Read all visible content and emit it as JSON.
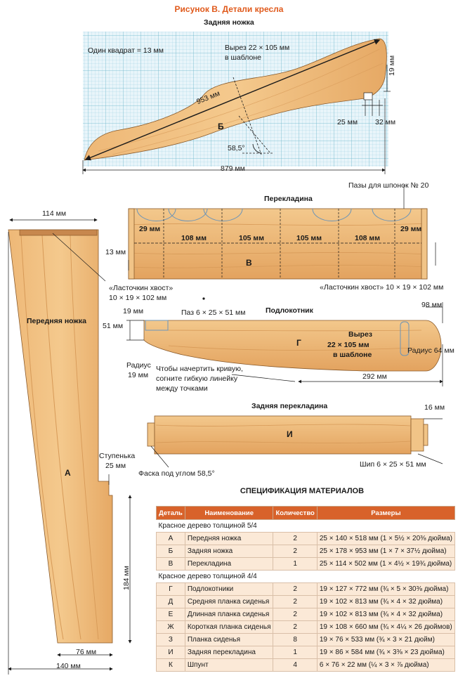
{
  "figure_title": "Рисунок В. Детали кресла",
  "back_leg": {
    "title": "Задняя ножка",
    "scale_note": "Один квадрат = 13 мм",
    "cutout_note_1": "Вырез 22 × 105 мм",
    "cutout_note_2": "в шаблоне",
    "dim_diag": "953 мм",
    "dim_19": "19 мм",
    "dim_25": "25 мм",
    "dim_32": "32 мм",
    "angle": "58,5°",
    "dim_width": "879 мм",
    "letter": "Б"
  },
  "rail": {
    "title": "Перекладина",
    "slots_note": "Пазы для шпонок № 20",
    "dims": [
      "29 мм",
      "108 мм",
      "105 мм",
      "105 мм",
      "108 мм",
      "29 мм"
    ],
    "dim_13": "13 мм",
    "letter": "В",
    "dovetail_right": "«Ласточкин хвост» 10 × 19 × 102 мм"
  },
  "front_leg": {
    "title": "Передняя ножка",
    "dim_top": "114 мм",
    "dovetail_1": "«Ласточкин хвост»",
    "dovetail_2": "10 × 19 × 102 мм",
    "step_1": "Ступенька",
    "step_2": "25 мм",
    "dim_184": "184 мм",
    "dim_76": "76 мм",
    "dim_140": "140 мм",
    "letter": "А"
  },
  "armrest": {
    "title": "Подлокотник",
    "dim_98": "98 мм",
    "dim_19": "19 мм",
    "groove": "Паз 6 × 25 × 51 мм",
    "dim_51": "51 мм",
    "cutout_1": "Вырез",
    "cutout_2": "22 × 105 мм",
    "cutout_3": "в шаблоне",
    "radius_64": "Радиус 64 мм",
    "radius_19_1": "Радиус",
    "radius_19_2": "19 мм",
    "curve_1": "Чтобы начертить кривую,",
    "curve_2": "согните гибкую линейку",
    "curve_3": "между точками",
    "dim_292": "292 мм",
    "letter": "Г"
  },
  "back_rail": {
    "title": "Задняя перекладина",
    "dim_16": "16 мм",
    "letter": "И",
    "tenon": "Шип 6 × 25 × 51 мм",
    "chamfer": "Фаска под углом 58,5°"
  },
  "spec": {
    "title": "СПЕЦИФИКАЦИЯ МАТЕРИАЛОВ",
    "headers": [
      "Деталь",
      "Наименование",
      "Количество",
      "Размеры"
    ],
    "group1": "Красное дерево толщиной 5/4",
    "rows1": [
      [
        "А",
        "Передняя ножка",
        "2",
        "25 × 140 × 518 мм (1 × 5½ × 20⅜ дюйма)"
      ],
      [
        "Б",
        "Задняя ножка",
        "2",
        "25 × 178 × 953 мм (1 × 7 × 37½ дюйма)"
      ],
      [
        "В",
        "Перекладина",
        "1",
        "25 × 114 × 502 мм (1 × 4½ × 19¾ дюйма)"
      ]
    ],
    "group2": "Красное дерево толщиной 4/4",
    "rows2": [
      [
        "Г",
        "Подлокотники",
        "2",
        "19 × 127 × 772 мм (¾ × 5 × 30⅜ дюйма)"
      ],
      [
        "Д",
        "Средняя планка сиденья",
        "2",
        "19 × 102 × 813 мм (¾ × 4 × 32 дюйма)"
      ],
      [
        "Е",
        "Длинная планка сиденья",
        "2",
        "19 × 102 × 813 мм (¾ × 4 × 32 дюйма)"
      ],
      [
        "Ж",
        "Короткая планка сиденья",
        "2",
        "19 × 108 × 660 мм (¾ × 4¼ × 26 дюймов)"
      ],
      [
        "З",
        "Планка сиденья",
        "8",
        "19 × 76 × 533 мм (¾ × 3 × 21 дюйм)"
      ],
      [
        "И",
        "Задняя перекладина",
        "1",
        "19 × 86 × 584 мм (¾ × 3⅜ × 23 дюйма)"
      ],
      [
        "К",
        "Шпунт",
        "4",
        "6 × 76 × 22 мм (¼ × 3 × ⅞ дюйма)"
      ]
    ]
  }
}
